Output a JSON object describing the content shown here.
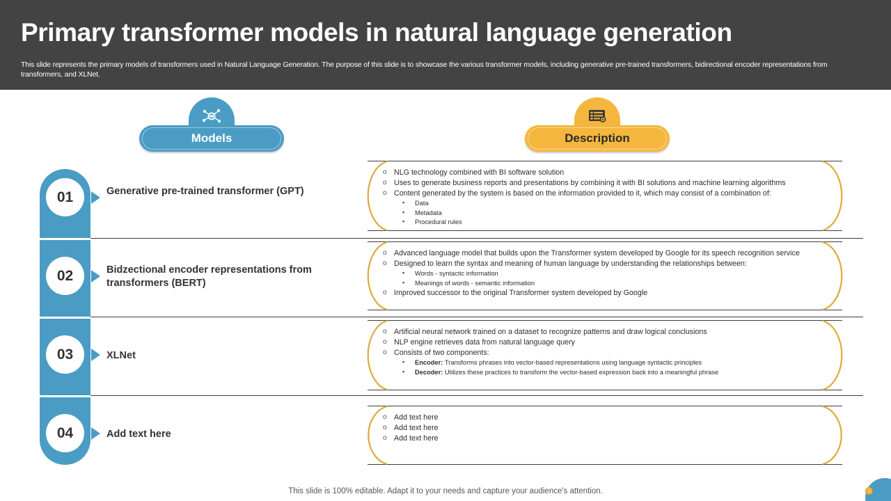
{
  "header": {
    "title": "Primary transformer models in natural language generation",
    "subtitle": "This slide represents the primary models of transformers used in Natural Language Generation. The purpose of this slide is to showcase the various transformer models, including generative pre-trained transformers, bidirectional encoder representations from transformers, and XLNet.",
    "bg_color": "#434343"
  },
  "columns": {
    "models": {
      "label": "Models",
      "icon": "network-nodes-icon",
      "color": "#4a9cc4"
    },
    "description": {
      "label": "Description",
      "icon": "document-list-gear-icon",
      "color": "#f5b63d"
    }
  },
  "rows": [
    {
      "number": "01",
      "label": "Generative pre-trained transformer (GPT)",
      "bullets": [
        {
          "level": 1,
          "text": "NLG technology combined with BI software solution"
        },
        {
          "level": 1,
          "text": "Uses to generate business reports and presentations by combining it with BI solutions and machine learning algorithms"
        },
        {
          "level": 1,
          "text": "Content generated by the system is based on the information provided to it,  which may consist of a combination of:"
        },
        {
          "level": 2,
          "text": "Data"
        },
        {
          "level": 2,
          "text": "Metadata"
        },
        {
          "level": 2,
          "text": "Procedural rules"
        }
      ]
    },
    {
      "number": "02",
      "label": "Bidzectional encoder representations from transformers (BERT)",
      "bullets": [
        {
          "level": 1,
          "text": "Advanced language model that builds upon the Transformer system developed by Google for its speech recognition service"
        },
        {
          "level": 1,
          "text": "Designed to learn the syntax and meaning of human language by understanding the relationships between:"
        },
        {
          "level": 2,
          "text": "Words - syntactic information"
        },
        {
          "level": 2,
          "text": "Meanings of words - semantic information"
        },
        {
          "level": 1,
          "text": "Improved successor to the original Transformer system developed by Google"
        }
      ]
    },
    {
      "number": "03",
      "label": "XLNet",
      "bullets": [
        {
          "level": 1,
          "text": "Artificial neural network trained on a dataset to recognize patterns and draw logical conclusions"
        },
        {
          "level": 1,
          "text": "NLP engine retrieves data from natural language query"
        },
        {
          "level": 1,
          "text": "Consists of two components:"
        },
        {
          "level": 2,
          "bold": "Encoder:",
          "text": "Transforms phrases into vector-based representations using language syntactic principles"
        },
        {
          "level": 2,
          "bold": "Decoder:",
          "text": "Utilizes these practices to transform the vector-based expression back into a meaningful phrase"
        }
      ]
    },
    {
      "number": "04",
      "label": "Add text here",
      "bullets": [
        {
          "level": 1,
          "text": "Add text here"
        },
        {
          "level": 1,
          "text": "Add text here"
        },
        {
          "level": 1,
          "text": "Add text here"
        }
      ]
    }
  ],
  "footer": {
    "note": "This slide is 100% editable. Adapt it to your needs and capture your audience's attention."
  },
  "markers": {
    "level1": "o",
    "level2": "▪"
  },
  "colors": {
    "blue": "#4a9cc4",
    "orange": "#f5b63d",
    "arc": "#e0a93a",
    "dark": "#434343"
  }
}
